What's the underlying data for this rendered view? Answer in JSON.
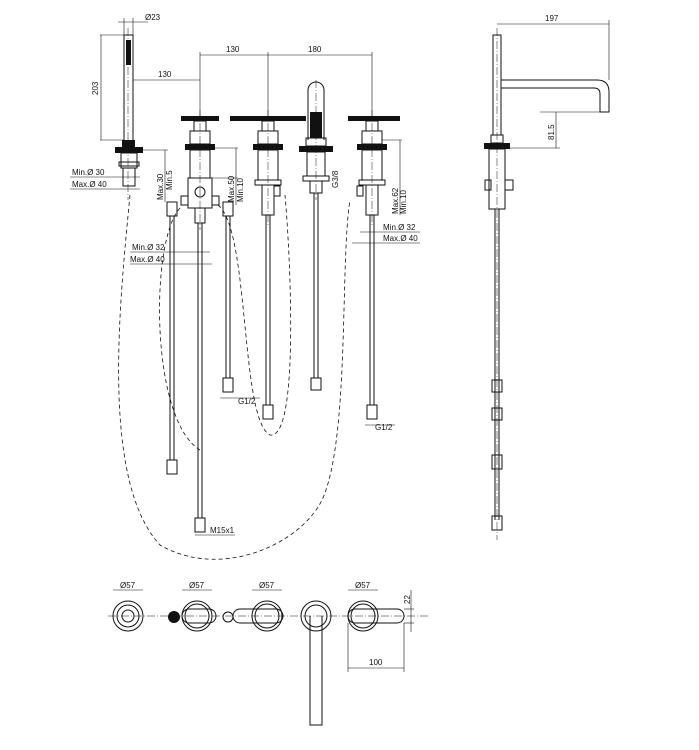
{
  "drawing": {
    "front_view": {
      "handshower_diameter": "Ø23",
      "handshower_height": "203",
      "spacing_handshower_to_valve": "130",
      "spacing_valve_to_valve": "130",
      "spacing_valve_to_valve_right": "180",
      "handshower_hole_min": "Min.Ø 30",
      "handshower_hole_max": "Max.Ø 40",
      "handshower_deck_max": "Max.30",
      "handshower_deck_min": "Min.5",
      "valve_deck_max": "Max.50",
      "valve_deck_min": "Min.10",
      "spout_thread": "G3/8",
      "right_deck_max": "Max.62",
      "right_deck_min": "Min.10",
      "right_hole_min": "Min.Ø 32",
      "right_hole_max": "Max.Ø 40",
      "left_hole_min": "Min.Ø 32",
      "left_hole_max": "Max.Ø 40",
      "hose_thread_left": "G1/2",
      "hose_thread_right": "G1/2",
      "hose_thread_shower": "M15x1"
    },
    "side_view": {
      "spout_reach": "197",
      "spout_height": "81.5"
    },
    "plan_view": {
      "rosette_1": "Ø57",
      "rosette_2": "Ø57",
      "rosette_3": "Ø57",
      "rosette_4": "Ø57",
      "lever_width": "22",
      "lever_length": "100"
    }
  }
}
